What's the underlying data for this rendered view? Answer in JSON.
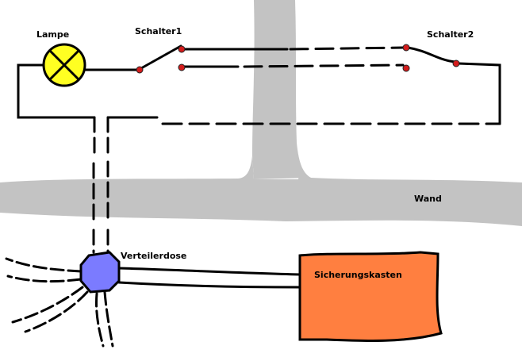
{
  "diagram": {
    "labels": {
      "lamp": "Lampe",
      "switch1": "Schalter1",
      "switch2": "Schalter2",
      "wall": "Wand",
      "junction_box": "Verteilerdose",
      "fuse_box": "Sicherungskasten"
    },
    "colors": {
      "background": "#ffffff",
      "wall": "#c3c3c3",
      "wire": "#000000",
      "lamp": "#ffff22",
      "junction_box": "#7b7bff",
      "fuse_box": "#ff7f40",
      "switch_contact": "#d31c1c"
    }
  }
}
